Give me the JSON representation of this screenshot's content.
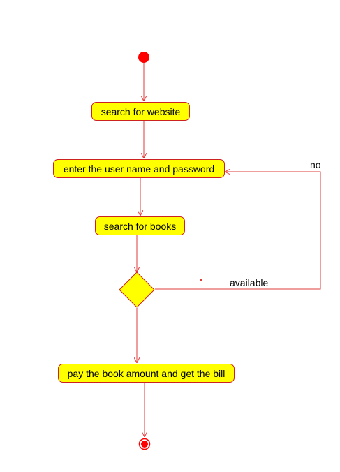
{
  "diagram": {
    "type": "activity",
    "colors": {
      "line": "#e23b3b",
      "node_fill": "#ffff00",
      "node_border": "#cc2222",
      "initial_node": "#ff0000",
      "text": "#000000"
    },
    "activities": {
      "search_website": "search for website",
      "login": "enter the user name and password",
      "search_books": "search for books",
      "pay": "pay the book amount and get the bill"
    },
    "guards": {
      "no": "no",
      "available": "available"
    },
    "initial_node": "initial-node",
    "final_node": "final-node",
    "decision_node": "decision-node"
  }
}
